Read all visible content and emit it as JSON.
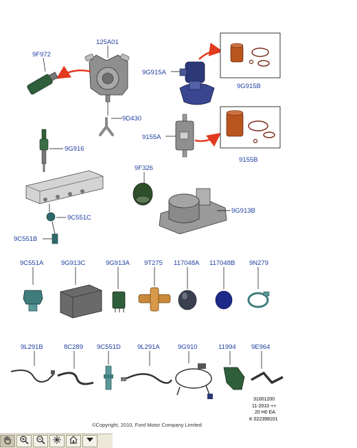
{
  "labels": {
    "p125A01": "125A01",
    "p9F972": "9F972",
    "p9D430": "9D430",
    "p9G916": "9G916",
    "p9G915A": "9G915A",
    "p9G915B": "9G915B",
    "p9155A": "9155A",
    "p9155B": "9155B",
    "p9F326": "9F326",
    "p9G913B": "9G913B",
    "p9C551C": "9C551C",
    "p9C551B": "9C551B",
    "r1": [
      "9C551A",
      "9G913C",
      "9G913A",
      "9T275",
      "117048A",
      "117048B",
      "9N279"
    ],
    "r2": [
      "9L291B",
      "8C289",
      "9C551D",
      "9L291A",
      "9G910",
      "11994",
      "9E964"
    ]
  },
  "code_block": [
    "31001200",
    "11-2010 ++",
    "20 H0 EA",
    "K 022398101"
  ],
  "copyright": "©Copyright, 2010, Ford Motor Company Limited",
  "toolbar": [
    "hand-icon",
    "zoom-in-icon",
    "zoom-out-icon",
    "fit-icon",
    "home-icon",
    "dropdown-icon"
  ],
  "colors": {
    "label": "#1f3fa0",
    "arrow": "#e23a1e",
    "gray_part": "#7a7a7a",
    "green_part": "#2f5f3a",
    "blue_part": "#2c3878",
    "brass": "#c88a3a",
    "filter": "#b8541e"
  }
}
